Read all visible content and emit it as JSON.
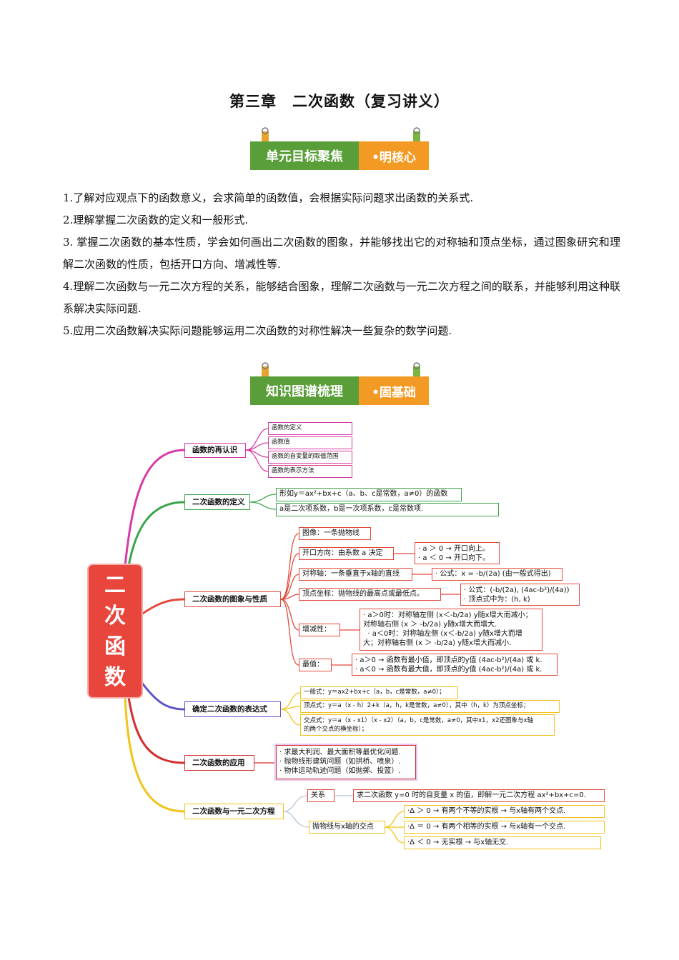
{
  "title": "第三章　二次函数（复习讲义）",
  "banner1": {
    "left": "单元目标聚焦",
    "right": "•明核心"
  },
  "goals": [
    "1.了解对应观点下的函数意义，会求简单的函数值，会根据实际问题求出函数的关系式.",
    "2.理解掌握二次函数的定义和一般形式.",
    "3. 掌握二次函数的基本性质，学会如何画出二次函数的图象，并能够找出它的对称轴和顶点坐标，通过图象研究和理解二次函数的性质，包括开口方向、增减性等.",
    "4.理解二次函数与一元二次方程的关系，能够结合图象，理解二次函数与一元二次方程之间的联系，并能够利用这种联系解决实际问题.",
    "5.应用二次函数解决实际问题能够运用二次函数的对称性解决一些复杂的数学问题."
  ],
  "banner2": {
    "left": "知识图谱梳理",
    "right": "•固基础"
  },
  "map": {
    "center": [
      "二",
      "次",
      "函",
      "数"
    ],
    "b1": {
      "label": "函数的再认识",
      "items": [
        "函数的定义",
        "函数值",
        "函数的自变量的取值范围",
        "函数的表示方法"
      ]
    },
    "b2": {
      "label": "二次函数的定义",
      "items": [
        "形如y＝ax²+bx+c（a、b、c是常数，a≠0）的函数",
        "a是二次项系数，b是一次项系数，c是常数项."
      ]
    },
    "b3": {
      "label": "二次函数的图象与性质",
      "image": "图像：一条抛物线",
      "open": "开口方向：由系数 a 决定",
      "open_d": [
        "· a ＞ 0 → 开口向上。",
        "· a ＜ 0 → 开口向下。"
      ],
      "axis": "对称轴：一条垂直于x轴的直线",
      "axis_d": "· 公式：x = -b/(2a) (由一般式得出)",
      "vertex": "顶点坐标：抛物线的最高点或最低点。",
      "vertex_d": [
        "· 公式：(-b/(2a), (4ac-b²)/(4a))",
        "· 顶点式中为：(h, k)"
      ],
      "mono": "增减性：",
      "mono_d": [
        "· a＞0时：对称轴左侧 (x＜-b/2a) y随x增大而减小；",
        "对称轴右侧 (x ＞ -b/2a) y随x增大而增大.",
        "  · a＜0时：对称轴左侧 (x＜-b/2a) y随x增大而增",
        "大；对称轴右侧 (x ＞ -b/2a) y随x增大而减小."
      ],
      "max": "最值：",
      "max_d": [
        "· a＞0 → 函数有最小值，即顶点的y值 (4ac-b²)/(4a) 或 k.",
        "· a＜0 → 函数有最大值，即顶点的y值 (4ac-b²)/(4a) 或 k."
      ]
    },
    "b4": {
      "label": "确定二次函数的表达式",
      "items": [
        "一般式：y＝ax2+bx+c（a，b，c是常数，a≠0）；",
        "顶点式：y＝a（x - h）2+k（a，h，k是常数，a≠0），其中（h，k）为顶点坐标；"
      ],
      "item3": [
        "交点式：y＝a（x - x1）（x - x2）（a，b，c是常数，a≠0，其中x1，x2还图象与x轴",
        "的两个交点的横坐标）；"
      ]
    },
    "b5": {
      "label": "二次函数的应用",
      "items": [
        "· 求最大利润、最大面积等最优化问题.",
        "· 抛物线形建筑问题（如拱桥、喷泉）.",
        "· 物体运动轨迹问题（如抛掷、投篮）."
      ]
    },
    "b6": {
      "label": "二次函数与一元二次方程",
      "rel": "关系",
      "rel_d": "求二次函数 y=0 时的自变量 x 的值，即解一元二次方程 ax²+bx+c=0.",
      "inter": "抛物线与x轴的交点",
      "inter_d": [
        "·Δ ＞ 0 → 有两个不等的实根 → 与x轴有两个交点.",
        "·Δ ＝ 0 → 有两个相等的实根 → 与x轴有一个交点.",
        "·Δ ＜ 0 → 无实根 → 与x轴无交."
      ]
    },
    "colors": {
      "b1": "#d63aa6",
      "b2": "#3aa548",
      "b3": "#e2493b",
      "b4": "#5a55c8",
      "b5": "#d42f2f",
      "b6": "#f0c31c"
    }
  }
}
